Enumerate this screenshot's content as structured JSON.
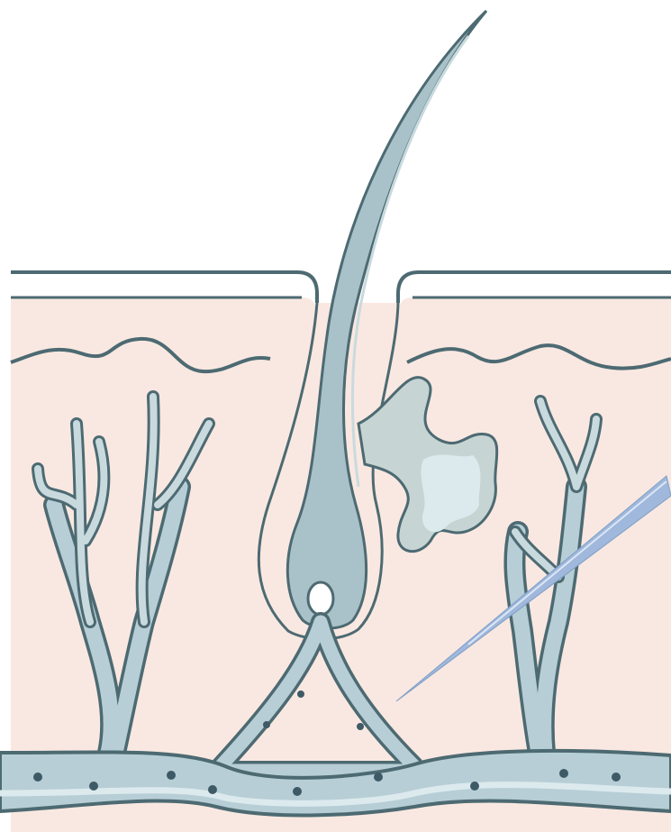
{
  "diagram": {
    "labels": [],
    "colors": {
      "background": "#ffffff",
      "skin": "#f9e8e1",
      "outline": "#4d6a72",
      "vessel_fill": "#b7ced6",
      "vessel_light": "#dceaee",
      "hair_fill": "#a9c1c8",
      "gland_fill": "#c6d5d3",
      "needle": "#9fb8dc",
      "cell_dot": "#3e5a66"
    },
    "parts": [
      "hair-shaft",
      "hair-follicle",
      "dermal-papilla",
      "sebaceous-gland",
      "epidermis-boundary",
      "capillary-left",
      "capillary-right",
      "blood-vessel",
      "needle"
    ]
  }
}
